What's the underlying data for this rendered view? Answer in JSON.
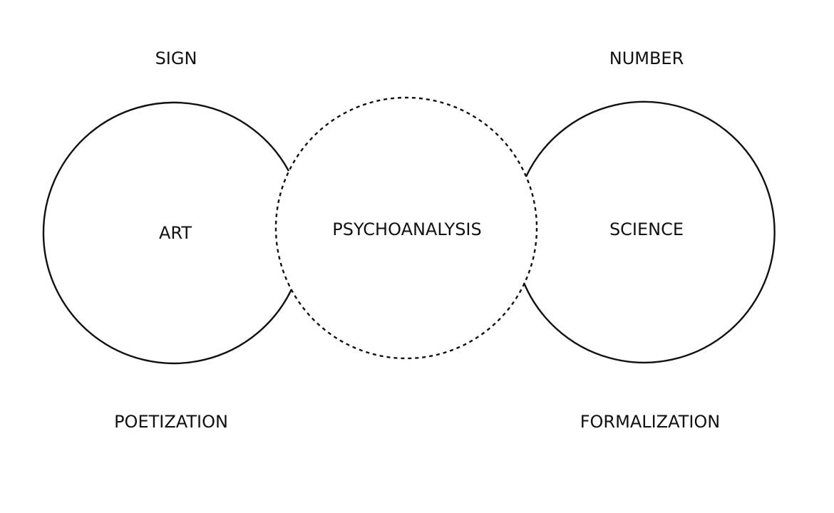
{
  "labels": {
    "sign": "SIGN",
    "number": "NUMBER",
    "art": "ART",
    "psychoanalysis": "PSYCHOANALYSIS",
    "science": "SCIENCE",
    "poetization": "POETIZATION",
    "formalization": "FORMALIZATION"
  },
  "colors": {
    "stroke": "#111111",
    "background": "#ffffff"
  }
}
